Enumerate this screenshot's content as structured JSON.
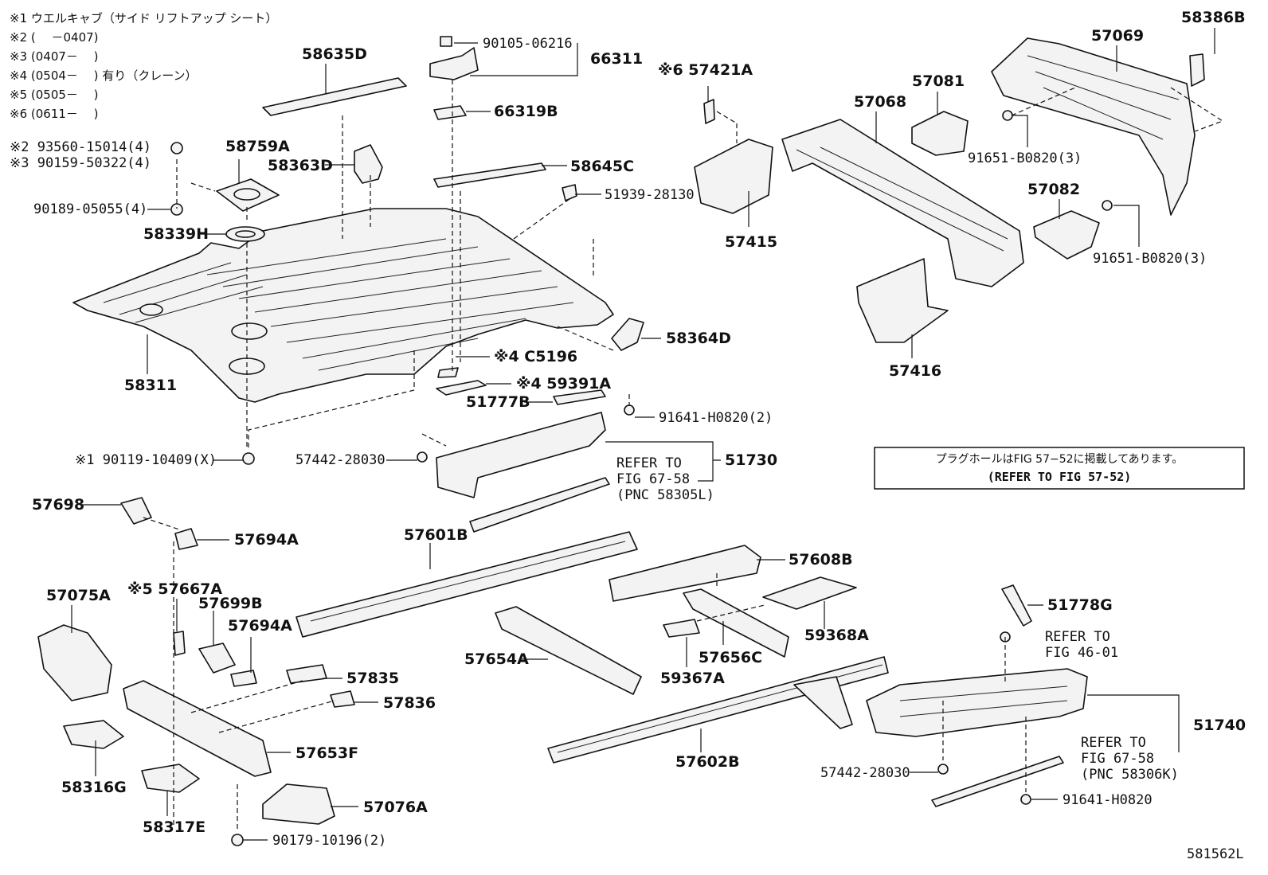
{
  "notes": [
    "※1 ウエルキャブ（サイド リフトアップ シート）",
    "※2 (　 －0407)",
    "※3 (0407－　 )",
    "※4 (0504－　 ) 有り（クレーン）",
    "※5 (0505－　 )",
    "※6 (0611－　 )"
  ],
  "labels": {
    "p58635D": "58635D",
    "p90105": "90105-06216",
    "p66311": "66311",
    "p66319B": "66319B",
    "p58645C": "58645C",
    "p51939": "51939-28130",
    "p57421A": "※6 57421A",
    "p57415": "57415",
    "p57068": "57068",
    "p57081": "57081",
    "p57069": "57069",
    "p58386B": "58386B",
    "p91651a": "91651-B0820(3)",
    "p57082": "57082",
    "p91651b": "91651-B0820(3)",
    "p57416": "57416",
    "p93560": "※2 93560-15014(4)",
    "p90159": "※3 90159-50322(4)",
    "p58759A": "58759A",
    "p58363D": "58363D",
    "p90189": "90189-05055(4)",
    "p58339H": "58339H",
    "p58311": "58311",
    "p58364D": "58364D",
    "pC5196": "※4 C5196",
    "p59391A": "※4 59391A",
    "p51777B": "51777B",
    "p91641a": "91641-H0820(2)",
    "p90119": "※1 90119-10409(X)",
    "p57442a": "57442-28030",
    "p51730": "51730",
    "refer1a": "REFER TO",
    "refer1b": "FIG 67-58",
    "refer1c": "(PNC 58305L)",
    "p57698": "57698",
    "p57694A1": "57694A",
    "p57601B": "57601B",
    "p57608B": "57608B",
    "p57075A": "57075A",
    "p57667A": "※5 57667A",
    "p57699B": "57699B",
    "p57694A2": "57694A",
    "p57835": "57835",
    "p57836": "57836",
    "p57653F": "57653F",
    "p57654A": "57654A",
    "p59367A": "59367A",
    "p57656C": "57656C",
    "p59368A": "59368A",
    "p51778G": "51778G",
    "refer2a": "REFER TO",
    "refer2b": "FIG 46-01",
    "p51740": "51740",
    "p58316G": "58316G",
    "p58317E": "58317E",
    "p57076A": "57076A",
    "p90179": "90179-10196(2)",
    "p57602B": "57602B",
    "p57442b": "57442-28030",
    "refer3a": "REFER TO",
    "refer3b": "FIG 67-58",
    "refer3c": "(PNC 58306K)",
    "p91641b": "91641-H0820",
    "plugNoteJp": "プラグホールはFIG 57−52に掲載してあります。",
    "plugNoteEn": "(REFER TO FIG 57-52)",
    "figId": "581562L"
  }
}
